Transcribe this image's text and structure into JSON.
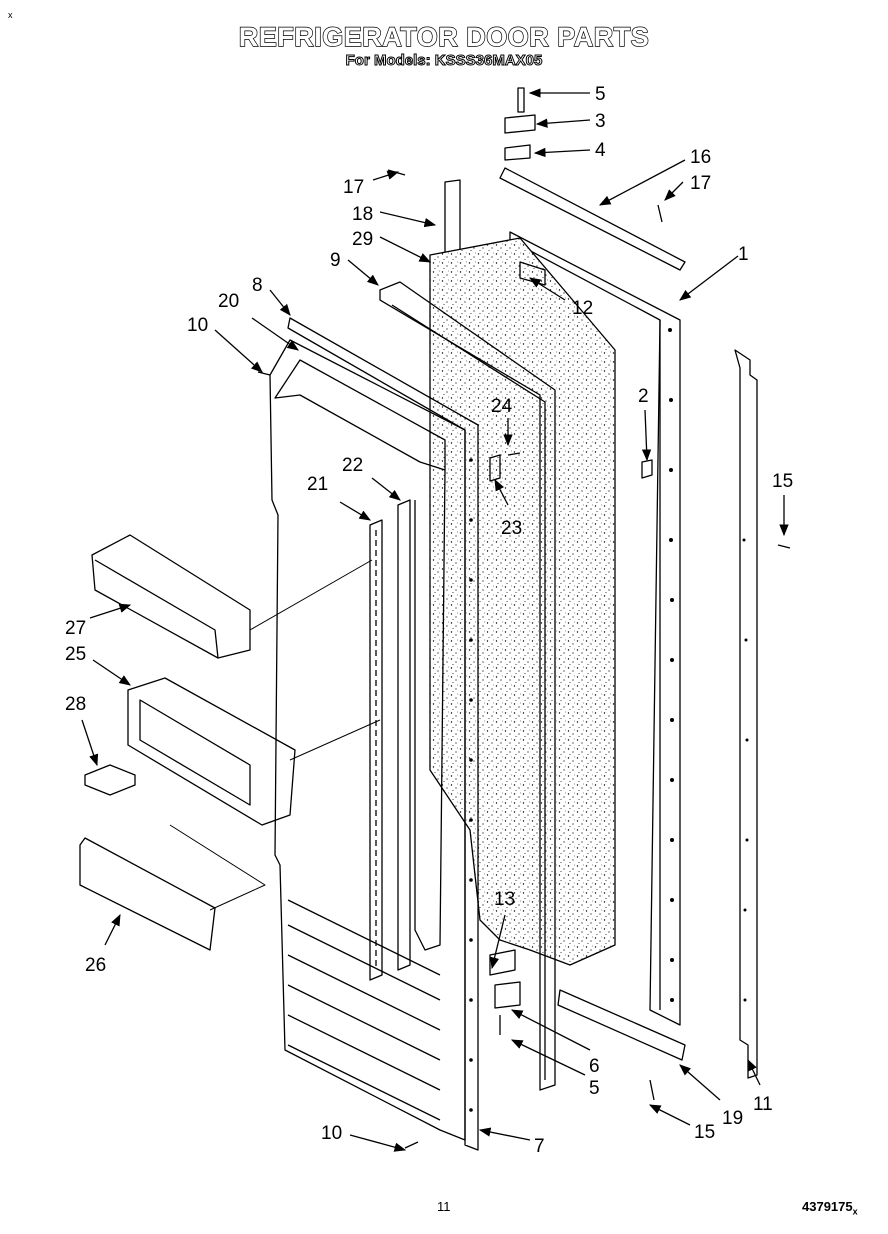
{
  "header": {
    "title": "REFRIGERATOR DOOR PARTS",
    "subtitle": "For Models: KSSS36MAX05",
    "corner_mark": "x"
  },
  "footer": {
    "page_number": "11",
    "document_number": "4379175",
    "document_suffix": "x"
  },
  "callouts": {
    "c5a": "5",
    "c3": "3",
    "c4": "4",
    "c16": "16",
    "c17a": "17",
    "c17b": "17",
    "c18": "18",
    "c29": "29",
    "c9": "9",
    "c1": "1",
    "c12": "12",
    "c8": "8",
    "c20": "20",
    "c10a": "10",
    "c2": "2",
    "c24": "24",
    "c15a": "15",
    "c22": "22",
    "c21": "21",
    "c23": "23",
    "c27": "27",
    "c25": "25",
    "c28": "28",
    "c26": "26",
    "c13": "13",
    "c6": "6",
    "c5b": "5",
    "c19": "19",
    "c11": "11",
    "c15b": "15",
    "c10b": "10",
    "c7": "7"
  }
}
